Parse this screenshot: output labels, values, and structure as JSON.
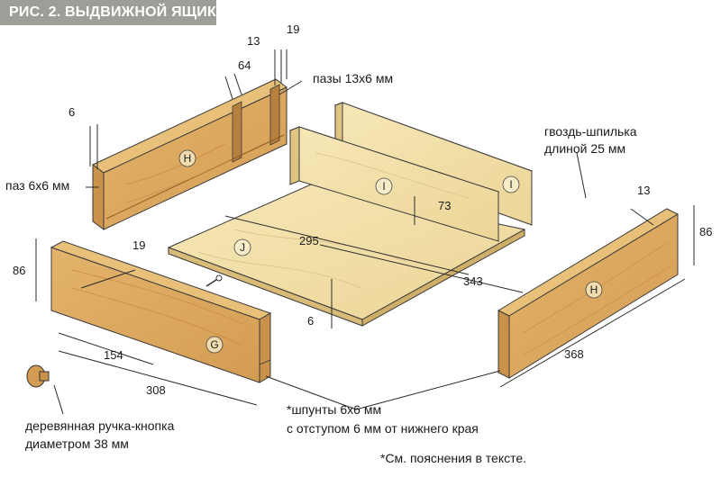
{
  "title": "РИС. 2. ВЫДВИЖНОЙ ЯЩИК",
  "colors": {
    "title_bg": "#9e9d98",
    "wood_dark": "#d9a65d",
    "wood_light": "#f0dfa6",
    "wood_edge": "#c88d45",
    "line": "#2b2b2b"
  },
  "parts": {
    "back": "H",
    "side_left": "I",
    "side_right": "I",
    "bottom": "J",
    "front": "G",
    "side_right_front": "H"
  },
  "labels": {
    "grooves": "пазы 13х6 мм",
    "groove_left": "паз 6х6 мм",
    "nail_line1": "гвоздь-шпилька",
    "nail_line2": "длиной 25 мм",
    "tongues_line1": "*шпунты 6х6 мм",
    "tongues_line2": "с отступом 6 мм от нижнего края",
    "knob_line1": "деревянная ручка-кнопка",
    "knob_line2": "диаметром 38 мм",
    "footnote": "*См. пояснения в тексте."
  },
  "dimensions": {
    "d13_top": "13",
    "d19_top": "19",
    "d64": "64",
    "d6_left": "6",
    "d73": "73",
    "d295": "295",
    "d343": "343",
    "d6_bottom": "6",
    "d19_front": "19",
    "d86_left": "86",
    "d154": "154",
    "d308": "308",
    "d13_right": "13",
    "d86_right": "86",
    "d368": "368"
  }
}
